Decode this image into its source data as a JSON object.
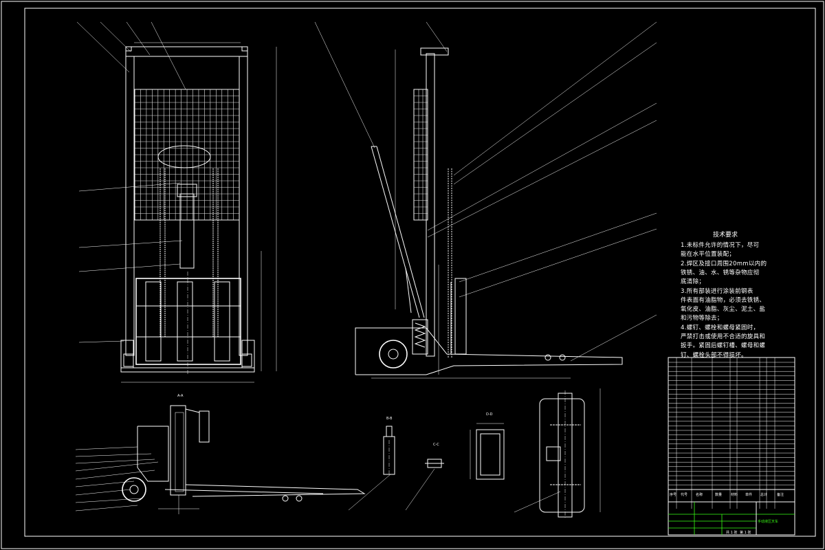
{
  "technical_requirements": {
    "title": "技术要求",
    "lines": [
      "1.未标件允许的情况下，尽可",
      "能在水平位置装配；",
      "2.焊区及接口周围20mm以内的",
      "铁锈、油、水、锈等杂物应彻",
      "底清除；",
      "3.所有部装进行涂装前钢表",
      "件表面有油脂物，必须去铁锈、",
      "氧化皮、油脂、灰尘、泥土、盐",
      "和污物等除去；",
      "4.螺钉、螺栓和螺母紧固时，",
      "严禁打击或使用不合适的旋具和",
      "扳手。紧固后螺钉槽、螺母和螺",
      "钉、螺栓头部不得损坏。"
    ]
  },
  "title_block": {
    "drawing_name": "手动液压叉车",
    "header_cols": [
      "序号",
      "代号",
      "名称",
      "数量",
      "材料",
      "单件",
      "总计",
      "备注"
    ],
    "sheet_info": [
      "共 1 张",
      "第 1 张"
    ]
  },
  "section_labels": [
    "A-A",
    "B-B",
    "C-C",
    "D-D"
  ]
}
